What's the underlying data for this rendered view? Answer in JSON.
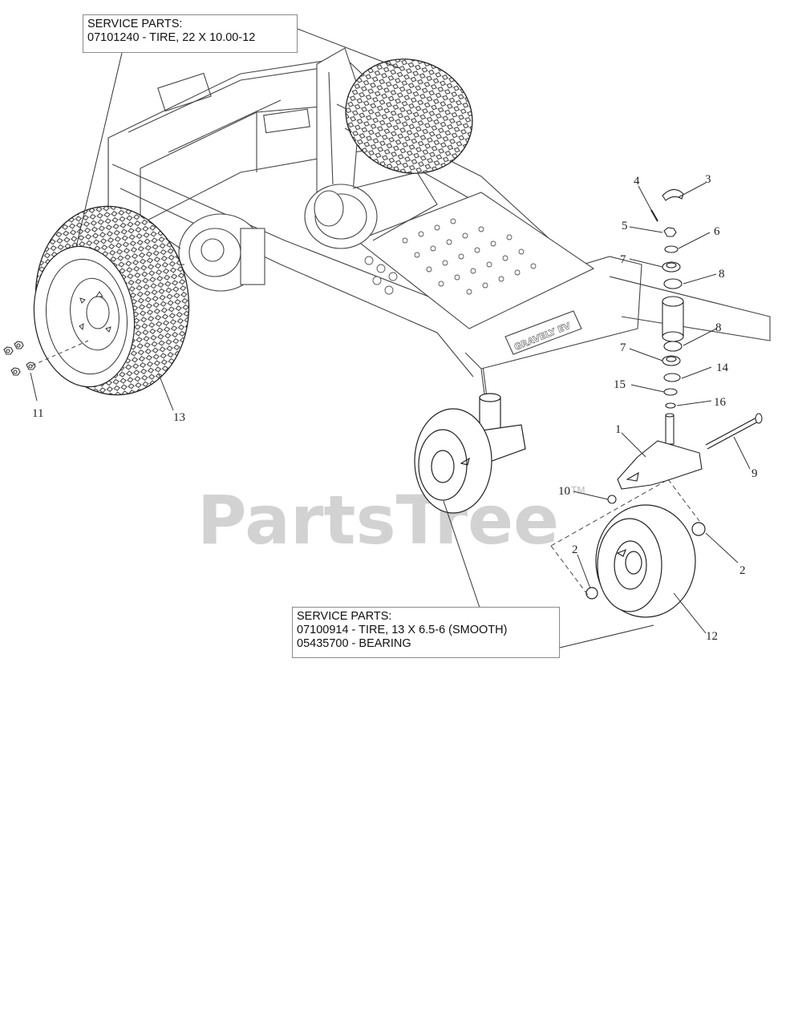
{
  "watermark": {
    "text": "PartsTree",
    "trademark": "TM"
  },
  "callouts": {
    "rear_tire": {
      "heading": "SERVICE PARTS:",
      "lines": [
        "07101240 - TIRE, 22 X 10.00-12"
      ]
    },
    "front_tire": {
      "heading": "SERVICE PARTS:",
      "lines": [
        "07100914 - TIRE, 13 X 6.5-6 (SMOOTH)",
        "05435700 - BEARING"
      ]
    }
  },
  "part_numbers": {
    "p1": "1",
    "p2a": "2",
    "p2b": "2",
    "p3": "3",
    "p4": "4",
    "p5": "5",
    "p6": "6",
    "p7a": "7",
    "p7b": "7",
    "p8a": "8",
    "p8b": "8",
    "p9": "9",
    "p10": "10",
    "p11": "11",
    "p12": "12",
    "p13": "13",
    "p14": "14",
    "p15": "15",
    "p16": "16"
  },
  "chassis_logo": {
    "text": "GRAVELY EV"
  }
}
